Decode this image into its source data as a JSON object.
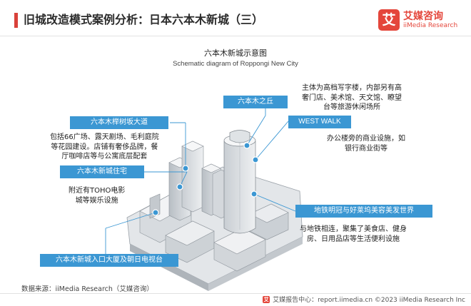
{
  "header": {
    "title": "旧城改造模式案例分析：日本六本木新城（三）",
    "logo_mark": "艾",
    "logo_cn": "艾媒咨询",
    "logo_en": "iiMedia Research"
  },
  "diagram": {
    "title_cn": "六本木新城示意图",
    "title_en": "Schematic diagram of Roppongi New City",
    "labels": {
      "roppongi_hills": "六本木之丘",
      "west_walk": "WEST WALK",
      "keyakizaka": "六本木榉树坂大道",
      "residence": "六本木新城住宅",
      "metro_hat": "地铁明冠与好莱坞美容美发世界",
      "entrance": "六本木新城入口大厦及朝日电视台"
    },
    "descriptions": {
      "roppongi_hills": [
        "主体为高档写字楼，内部另有高",
        "奢门店、美术馆、天文馆、瞭望",
        "台等旅游休闲场所"
      ],
      "west_walk": [
        "办公楼旁的商业设施，如",
        "银行商业街等"
      ],
      "keyakizaka": [
        "包括66广场、露天剧场、毛利庭院",
        "等花园建设。店铺有奢侈品牌，餐",
        "厅咖啡店等与公寓底层配套"
      ],
      "residence": [
        "附近有TOHO电影",
        "城等娱乐设施"
      ],
      "metro_hat": [
        "与地铁相连，聚集了美食店、健身",
        "房、日用品店等生活便利设施"
      ]
    },
    "colors": {
      "label_bg": "#3b97d3",
      "accent": "#d9413a"
    }
  },
  "footer": {
    "source": "数据来源：iiMedia Research（艾媒咨询）",
    "report_site": "艾媒报告中心：report.iimedia.cn  ©2023  iiMedia Research  Inc"
  }
}
